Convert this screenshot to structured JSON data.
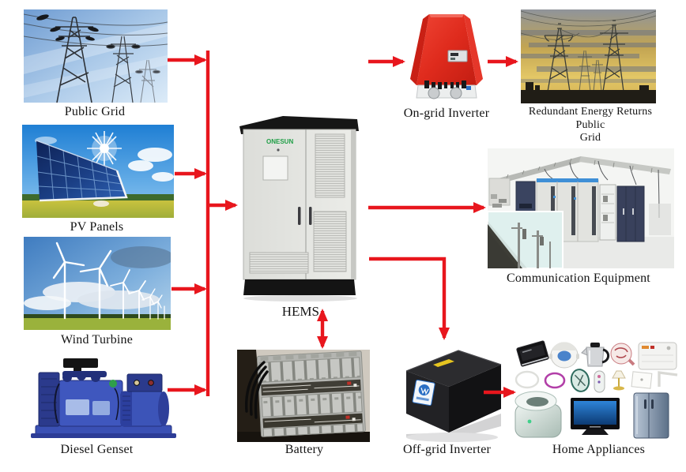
{
  "captions": {
    "public_grid": "Public Grid",
    "pv_panels": "PV Panels",
    "wind_turbine": "Wind Turbine",
    "diesel_genset": "Diesel Genset",
    "hems": "HEMS",
    "on_grid_inverter": "On-grid Inverter",
    "redundant_line1": "Redundant Energy Returns Public",
    "redundant_line2": "Grid",
    "communication_equipment": "Communication Equipment",
    "battery": "Battery",
    "off_grid_inverter": "Off-grid Inverter",
    "home_appliances": "Home Appliances"
  },
  "cabinet": {
    "brand": "ONESUN"
  },
  "connections": [
    {
      "from": "Public Grid",
      "to": "HEMS"
    },
    {
      "from": "PV Panels",
      "to": "HEMS"
    },
    {
      "from": "Wind Turbine",
      "to": "HEMS"
    },
    {
      "from": "Diesel Genset",
      "to": "HEMS"
    },
    {
      "from": "HEMS",
      "to": "On-grid Inverter"
    },
    {
      "from": "On-grid Inverter",
      "to": "Redundant Energy Returns Public Grid"
    },
    {
      "from": "HEMS",
      "to": "Communication Equipment"
    },
    {
      "from": "HEMS",
      "to": "Off-grid Inverter"
    },
    {
      "from": "HEMS",
      "to": "Battery",
      "bidirectional": true
    },
    {
      "from": "Off-grid Inverter",
      "to": "Home Appliances"
    }
  ],
  "colors": {
    "arrow_red": "#e8161d",
    "brand_green": "#1f9e46",
    "inverter_red": "#df2b1d"
  }
}
